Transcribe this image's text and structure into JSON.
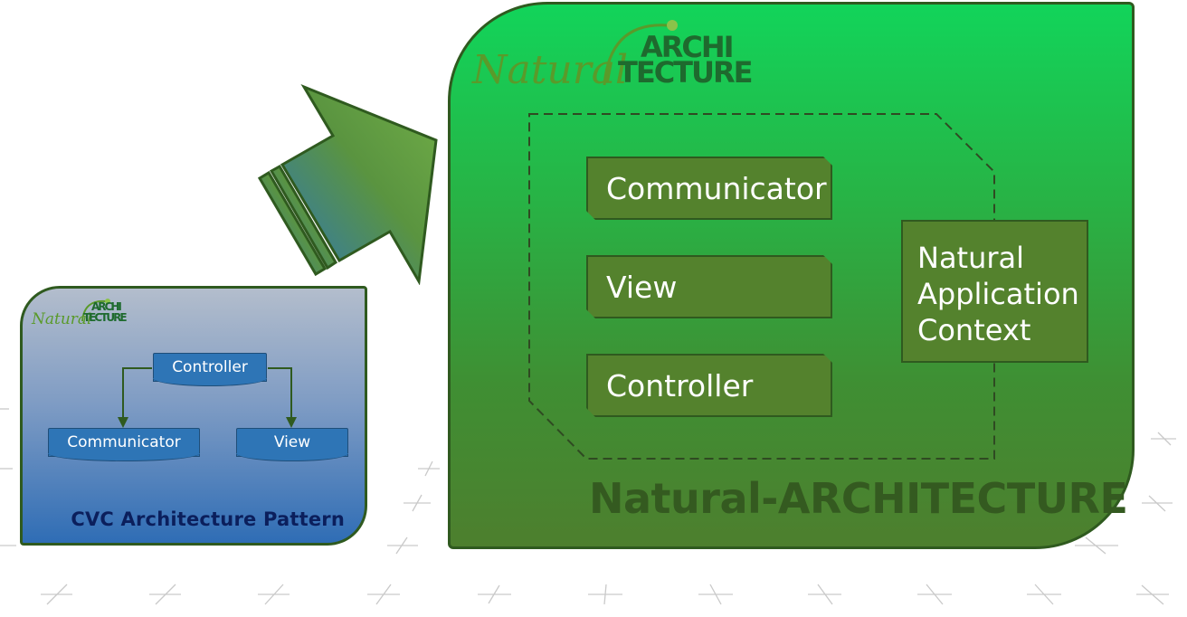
{
  "cvc_panel": {
    "logo": {
      "script": "Natural",
      "block_top": "ARCHI",
      "block_bottom": "TECTURE"
    },
    "boxes": {
      "controller": "Controller",
      "communicator": "Communicator",
      "view": "View"
    },
    "title": "CVC Architecture Pattern"
  },
  "natural_panel": {
    "logo": {
      "script": "Natural",
      "block_top": "ARCHI",
      "block_bottom": "TECTURE"
    },
    "boxes": {
      "communicator": "Communicator",
      "view": "View",
      "controller": "Controller"
    },
    "context": {
      "line1": "Natural",
      "line2": "Application",
      "line3": "Context"
    },
    "title": "Natural-ARCHITECTURE"
  },
  "colors": {
    "blue_box": "#2e75b6",
    "green_box": "#54822d",
    "dark_outline": "#2f5a1f",
    "arrow_start": "#2e75b6",
    "arrow_end": "#70ad47"
  }
}
